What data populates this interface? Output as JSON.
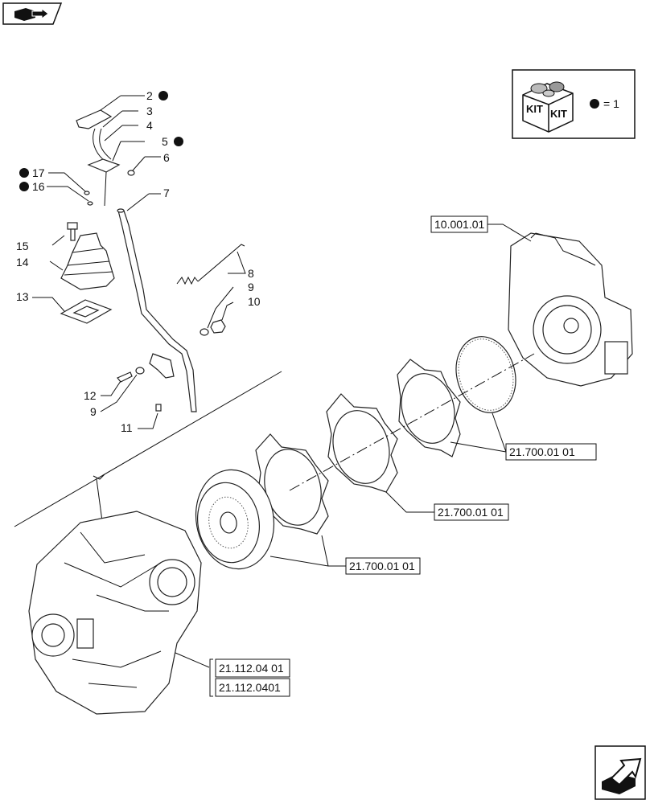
{
  "nav": {
    "prev_icon": "back-arrow-icon",
    "next_icon": "forward-arrow-icon"
  },
  "kit": {
    "legend_text": "= 1",
    "box_label_1": "KIT",
    "box_label_2": "KIT",
    "icon": "kit-box-icon"
  },
  "callouts": {
    "c2": "2",
    "c3": "3",
    "c4": "4",
    "c5": "5",
    "c6": "6",
    "c7": "7",
    "c8": "8",
    "c9a": "9",
    "c10": "10",
    "c9b": "9",
    "c11": "11",
    "c12": "12",
    "c13": "13",
    "c14": "14",
    "c15": "15",
    "c16": "16",
    "c17": "17"
  },
  "references": {
    "engine": "10.001.01",
    "plates_upper": "21.700.01 01",
    "plates_middle": "21.700.01 01",
    "plates_lower": "21.700.01 01",
    "transmission_1": "21.112.04 01",
    "transmission_2": "21.112.0401"
  }
}
